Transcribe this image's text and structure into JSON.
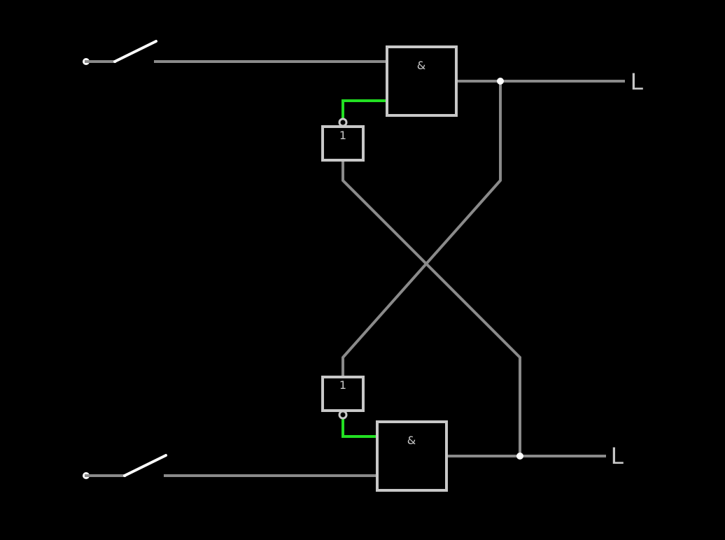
{
  "colors": {
    "background": "#000000",
    "wire_inactive": "#8a8a8a",
    "wire_active": "#22e022",
    "gate_outline": "#c8c8c8",
    "switch": "#ffffff"
  },
  "gates": {
    "top_and": {
      "symbol": "&"
    },
    "top_not": {
      "symbol": "1"
    },
    "bottom_and": {
      "symbol": "&"
    },
    "bottom_not": {
      "symbol": "1"
    }
  },
  "outputs": {
    "top": {
      "label": "L"
    },
    "bottom": {
      "label": "L"
    }
  },
  "switches": {
    "top": {
      "state": "open"
    },
    "bottom": {
      "state": "open"
    }
  }
}
